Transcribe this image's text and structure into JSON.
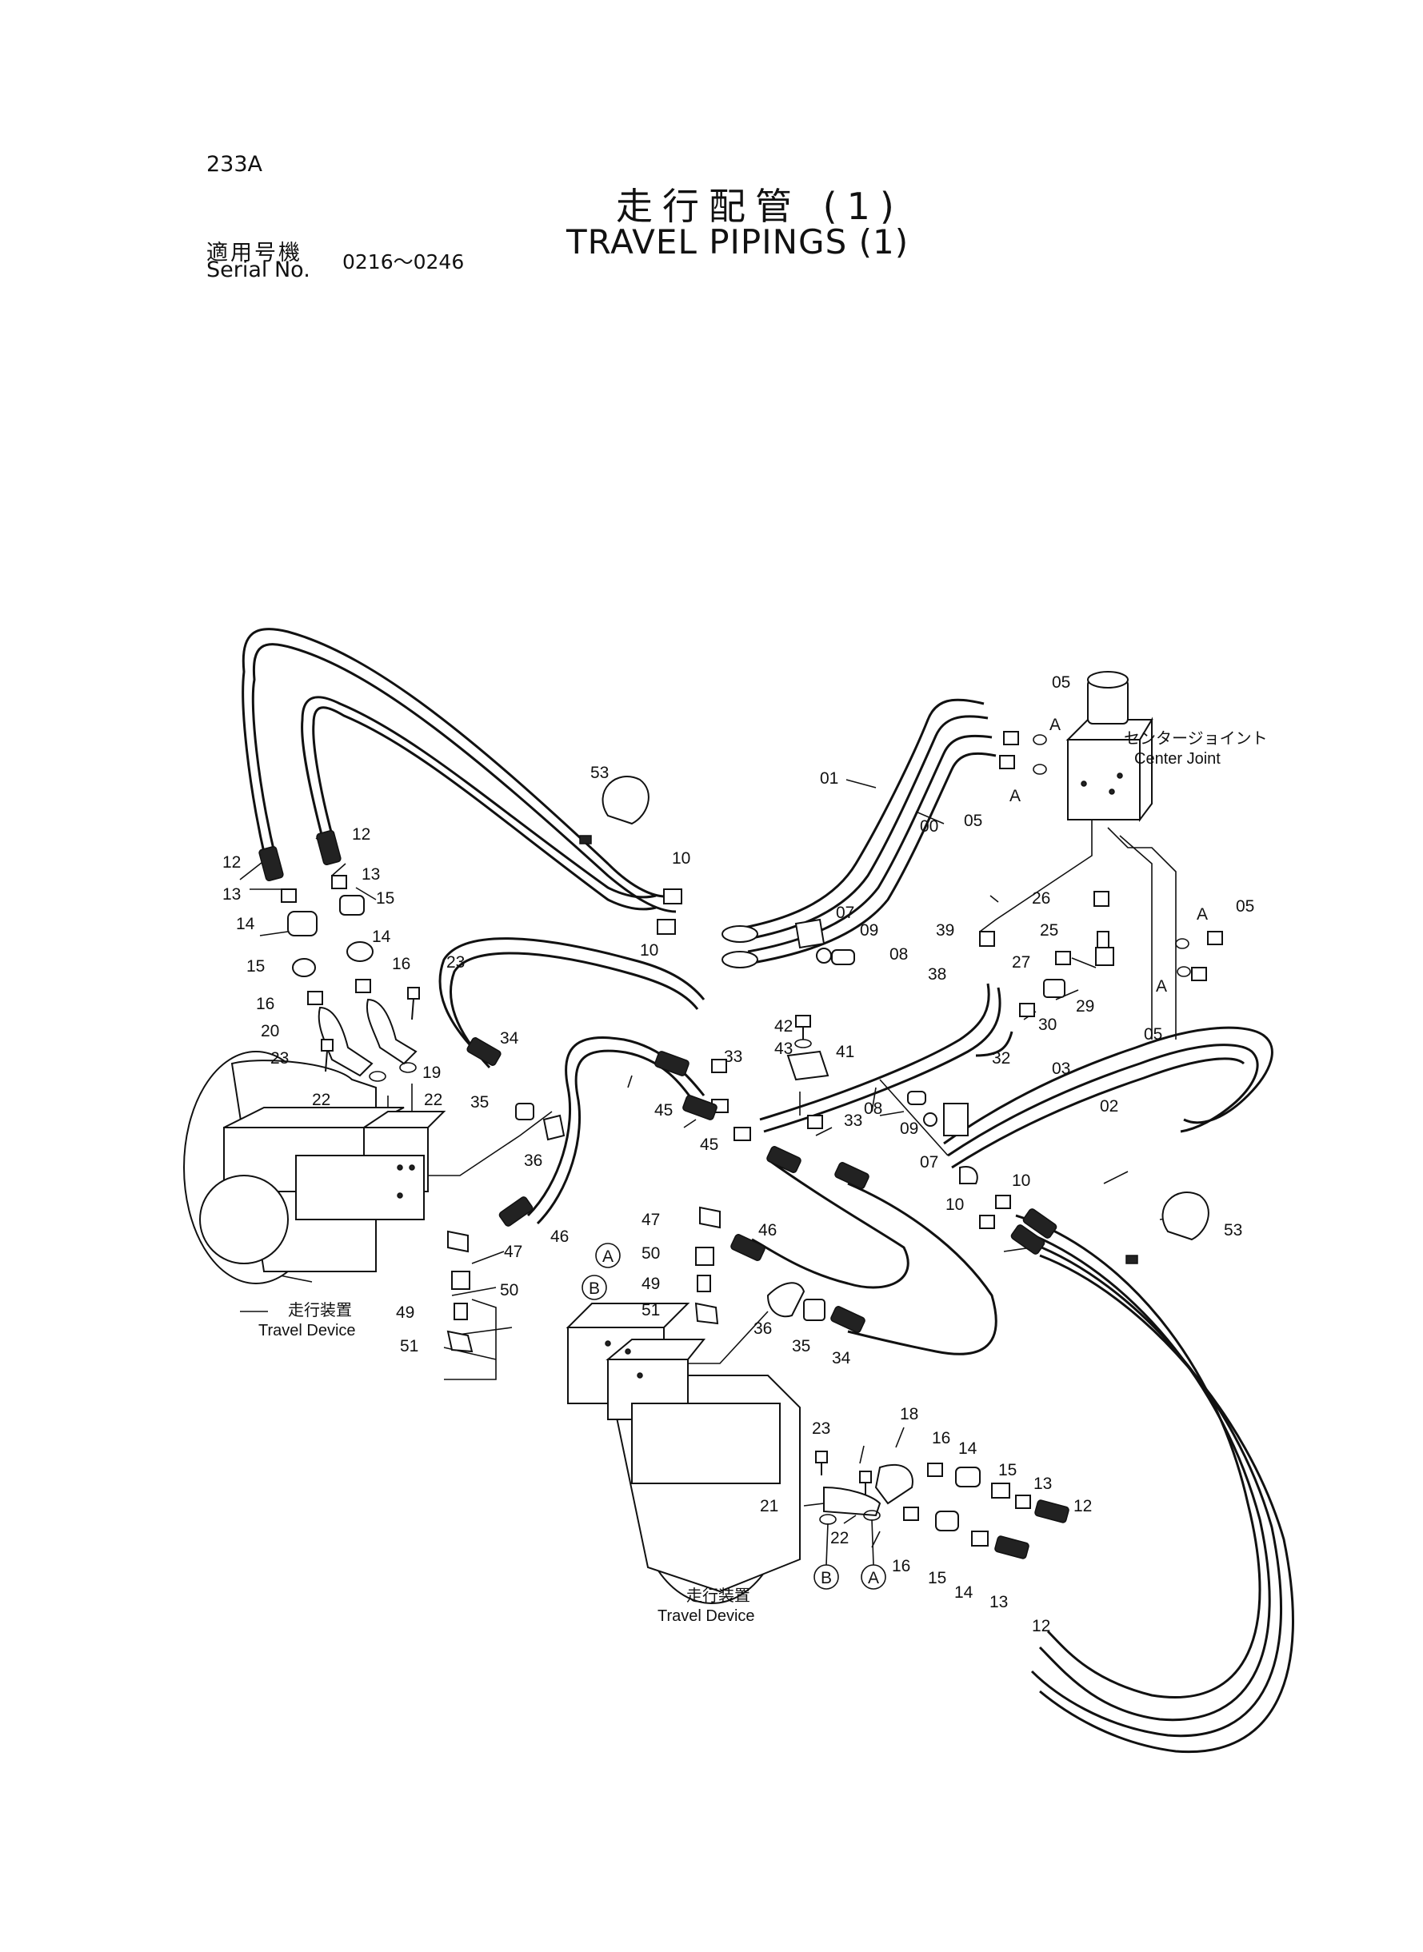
{
  "page": {
    "code": "233A"
  },
  "title": {
    "jp": "走行配管 (1)",
    "en": "TRAVEL PIPINGS (1)"
  },
  "serial": {
    "label_jp": "適用号機",
    "label_en": "Serial No.",
    "range": "0216～0246"
  },
  "captions": {
    "center_joint_jp": "センタージョイント",
    "center_joint_en": "Center Joint",
    "travel_device_jp": "走行装置",
    "travel_device_en": "Travel Device"
  },
  "markers": {
    "a": "A",
    "b": "B"
  },
  "part_labels": [
    "00",
    "01",
    "02",
    "03",
    "05",
    "07",
    "08",
    "09",
    "10",
    "12",
    "13",
    "14",
    "15",
    "16",
    "18",
    "19",
    "20",
    "21",
    "22",
    "23",
    "25",
    "26",
    "27",
    "29",
    "30",
    "32",
    "33",
    "34",
    "35",
    "36",
    "38",
    "39",
    "41",
    "42",
    "43",
    "45",
    "46",
    "47",
    "49",
    "50",
    "51",
    "53"
  ]
}
